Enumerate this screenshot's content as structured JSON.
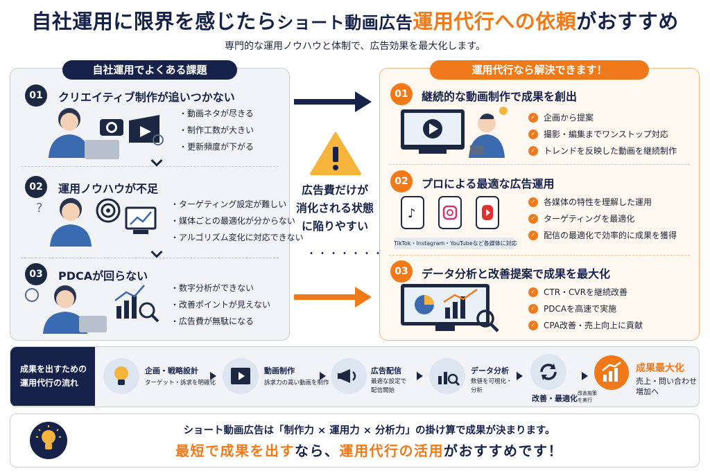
{
  "header": {
    "title_part1": "自社運用に限界を感じたら",
    "title_part2": "ショート動画広告",
    "title_part3": "運用代行への依頼",
    "title_part4": "がおすすめ",
    "subtitle": "専門的な運用ノウハウと体制で、広告効果を最大化します。"
  },
  "left": {
    "heading": "自社運用でよくある課題",
    "sections": [
      {
        "num": "01",
        "title": "クリエイティブ制作が追いつかない",
        "bullets": [
          "動画ネタが尽きる",
          "制作工数が大きい",
          "更新頻度が下がる"
        ]
      },
      {
        "num": "02",
        "title": "運用ノウハウが不足",
        "bullets": [
          "ターゲティング設定が難しい",
          "媒体ごとの最適化が分からない",
          "アルゴリズム変化に対応できない"
        ]
      },
      {
        "num": "03",
        "title": "PDCAが回らない",
        "bullets": [
          "数字分析ができない",
          "改善ポイントが見えない",
          "広告費が無駄になる"
        ]
      }
    ]
  },
  "middle": {
    "line1": "広告費だけが",
    "line2": "消化される状態",
    "line3": "に陥りやすい",
    "dots": "・・・・・・・・"
  },
  "right": {
    "heading": "運用代行なら解決できます！",
    "sections": [
      {
        "num": "01",
        "title": "継続的な動画制作で成果を創出",
        "checks": [
          "企画から提案",
          "撮影・編集までワンストップ対応",
          "トレンドを反映した動画を継続制作"
        ]
      },
      {
        "num": "02",
        "title": "プロによる最適な広告運用",
        "checks": [
          "各媒体の特性を理解した運用",
          "ターゲティングを最適化",
          "配信の最適化で効率的に成果を獲得"
        ]
      },
      {
        "num": "03",
        "title": "データ分析と改善提案で成果を最大化",
        "checks": [
          "CTR・CVRを継続改善",
          "PDCAを高速で実施",
          "CPA改善・売上向上に貢献"
        ]
      }
    ],
    "media_caption": "TikTok・Instagram・YouTubeなど各媒体に対応"
  },
  "flow": {
    "heading_line1": "成果を出すための",
    "heading_line2": "運用代行の流れ",
    "steps": [
      {
        "label": "企画・戦略設計",
        "sub1": "ターゲット・訴求を明確化",
        "sub2": ""
      },
      {
        "label": "動画制作",
        "sub1": "訴求力の高い動画を制作",
        "sub2": ""
      },
      {
        "label": "広告配信",
        "sub1": "最適な設定で",
        "sub2": "配信開始"
      },
      {
        "label": "データ分析",
        "sub1": "数値を可視化・",
        "sub2": "分析"
      },
      {
        "label": "改善・最適化",
        "sub1": "改善施策",
        "sub2": "を実行"
      }
    ],
    "final_title": "成果最大化",
    "final_line1": "売上・問い合わせ",
    "final_line2": "増加へ"
  },
  "bottom": {
    "line1": "ショート動画広告は「制作力 × 運用力 × 分析力」の掛け算で成果が決まります。",
    "line2_o1": "最短で成果を出す",
    "line2_n1": "なら、",
    "line2_o2": "運用代行の活用",
    "line2_n2": "がおすすめです！"
  },
  "colors": {
    "navy": "#16224a",
    "orange": "#f07a1a",
    "panel_gray": "#f1f3f6",
    "panel_cream": "#fff8f1"
  }
}
